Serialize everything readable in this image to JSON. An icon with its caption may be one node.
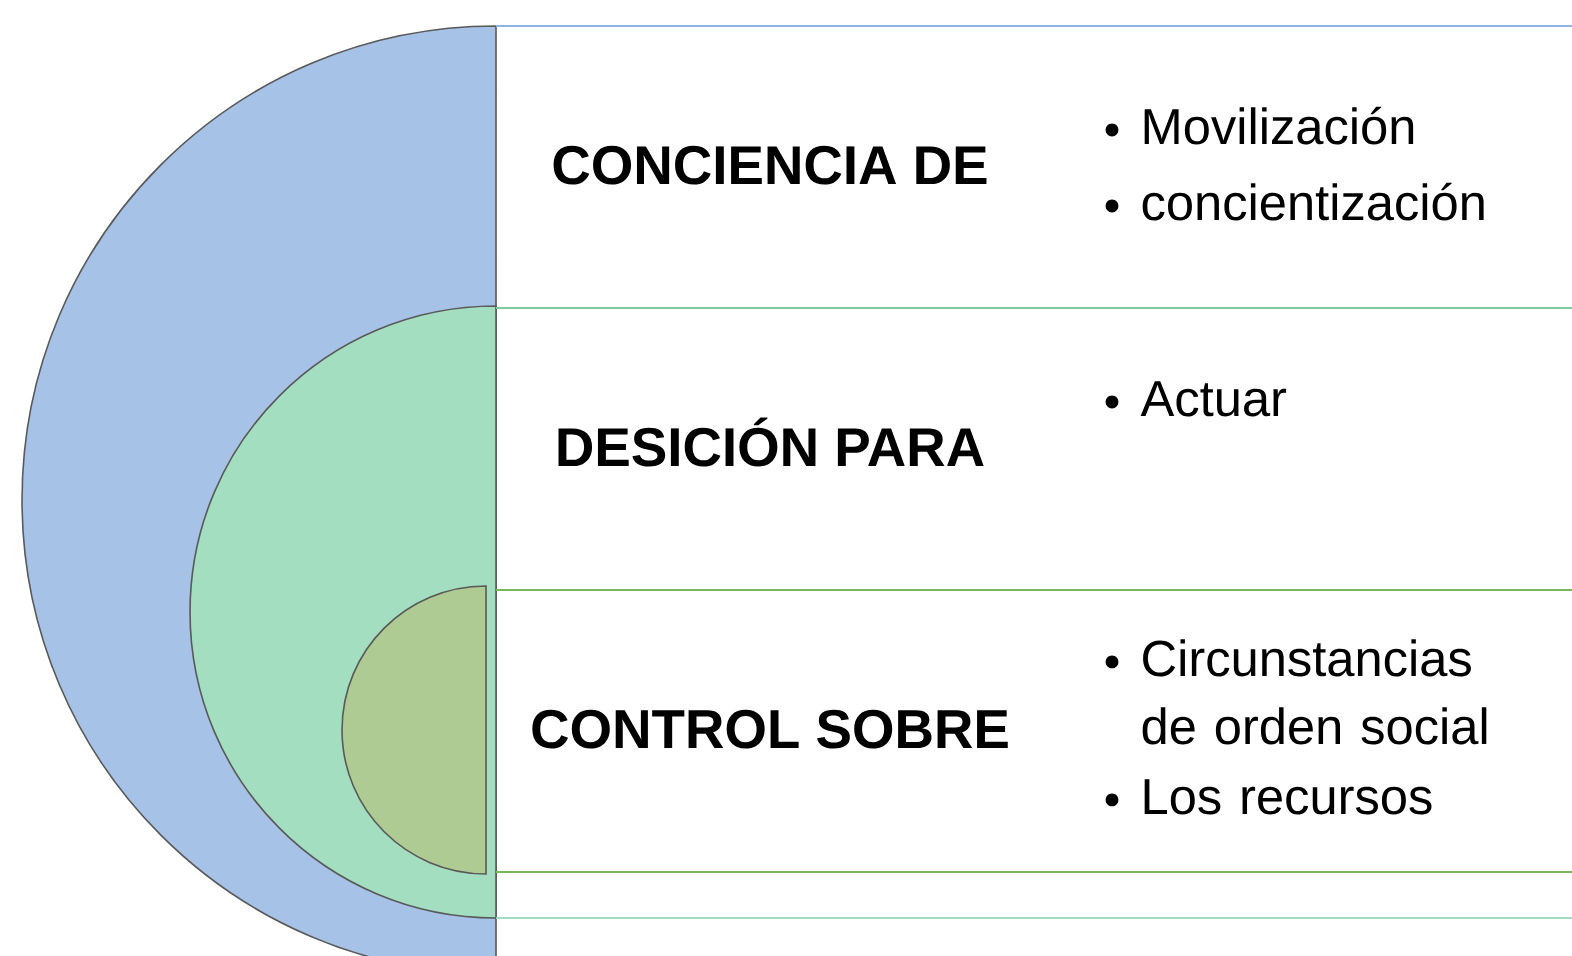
{
  "diagram": {
    "nodes": [
      {
        "text": [
          "CONCIENCIA DE",
          "Movilización",
          "concientización"
        ]
      },
      {
        "text": [
          "DESICIÓN PARA",
          "Actuar"
        ]
      },
      {
        "text": [
          "CONTROL SOBRE",
          "Circunstancias de orden social",
          "Los recursos"
        ]
      }
    ]
  }
}
